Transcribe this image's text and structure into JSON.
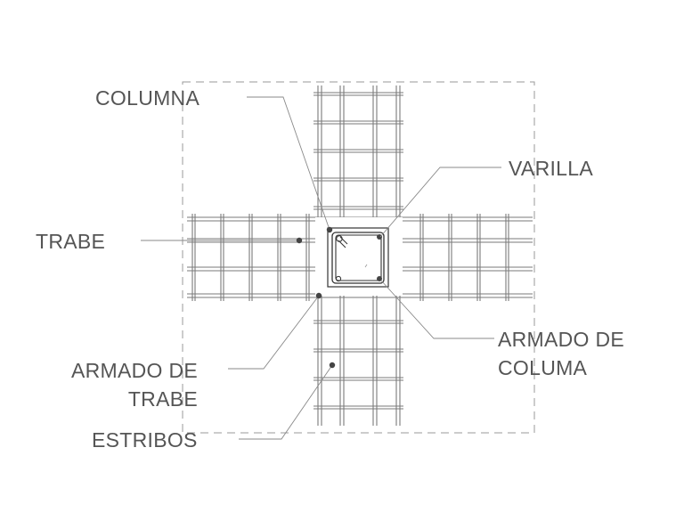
{
  "labels": {
    "columna": "COLUMNA",
    "varilla": "VARILLA",
    "trabe": "TRABE",
    "armado_columa_1": "ARMADO DE",
    "armado_columa_2": "COLUMA",
    "armado_trabe_1": "ARMADO DE",
    "armado_trabe_2": "TRABE",
    "estribos": "ESTRIBOS"
  },
  "colors": {
    "line": "#7a7a7a",
    "leader": "#8a8a8a",
    "text": "#555555",
    "dot": "#444444",
    "dashed": "#9a9a9a"
  }
}
